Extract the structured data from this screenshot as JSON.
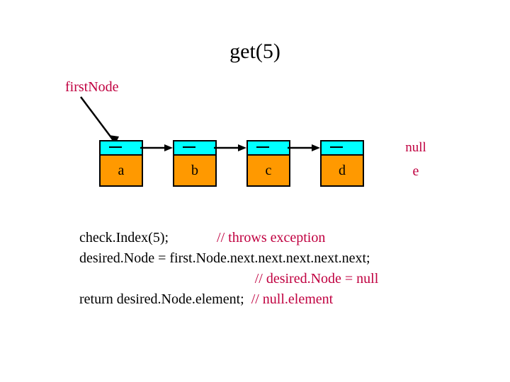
{
  "title": "get(5)",
  "pointer_label": "firstNode",
  "colors": {
    "link_cell": "#00ffff",
    "data_cell": "#ff9900",
    "comment": "#c00040",
    "outline": "#000000"
  },
  "nodes": [
    {
      "data": "a",
      "link": "dash"
    },
    {
      "data": "b",
      "link": "dash"
    },
    {
      "data": "c",
      "link": "dash"
    },
    {
      "data": "d",
      "link": "dash"
    },
    {
      "data": "e",
      "link": "null"
    }
  ],
  "null_text": "null",
  "code": {
    "line1_statement": "check.Index(5);",
    "line1_comment": "// throws exception",
    "line2_statement": "desired.Node = first.Node.next.next.next.next.next;",
    "line3_comment": "// desired.Node = null",
    "line4_statement": "return desired.Node.element;",
    "line4_comment": "// null.element"
  }
}
